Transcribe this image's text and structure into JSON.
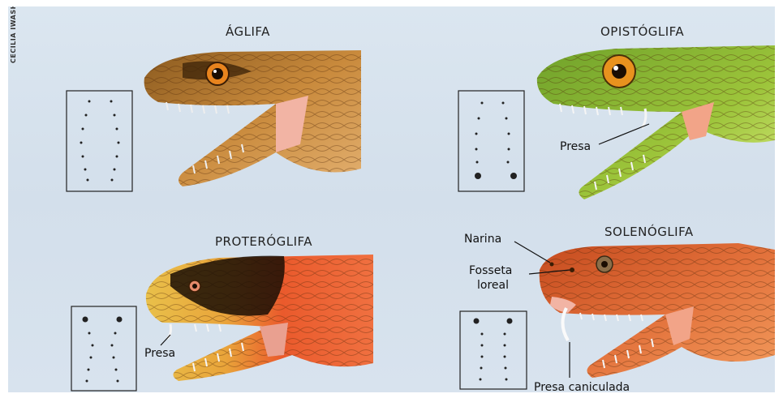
{
  "credit": "CECILIA IWASHITA",
  "panels": {
    "aglifa": {
      "title": "ÁGLIFA"
    },
    "opistoglifa": {
      "title": "OPISTÓGLIFA",
      "fang_label": "Presa"
    },
    "proteroglifa": {
      "title": "PROTERÓGLIFA",
      "fang_label": "Presa"
    },
    "solenoglifa": {
      "title": "SOLENÓGLIFA",
      "nostril_label": "Narina",
      "pit_label_line1": "Fosseta",
      "pit_label_line2": "loreal",
      "fang_label": "Presa caniculada"
    }
  },
  "colors": {
    "aglifa_head": "#c98a3c",
    "opistoglifa_head": "#9cc43a",
    "proteroglifa_head": "#e8532a",
    "solenoglifa_head": "#e2703a",
    "background": "#d6e1ec"
  }
}
